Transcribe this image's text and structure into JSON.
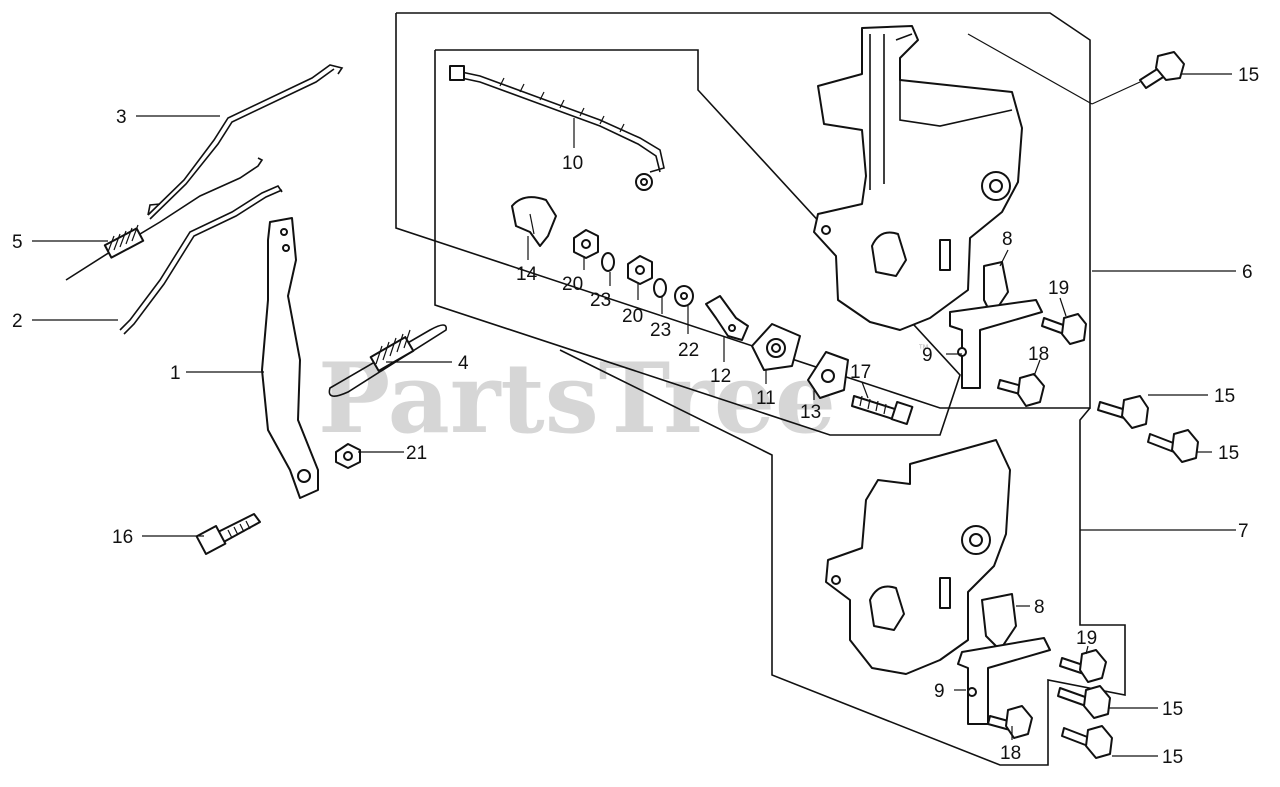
{
  "watermark": {
    "text": "PartsTree",
    "trademark": "™"
  },
  "labels": {
    "p1": "1",
    "p2": "2",
    "p3": "3",
    "p4": "4",
    "p5": "5",
    "p6": "6",
    "p7": "7",
    "p8a": "8",
    "p8b": "8",
    "p9a": "9",
    "p9b": "9",
    "p10": "10",
    "p11": "11",
    "p12": "12",
    "p13": "13",
    "p14": "14",
    "p15a": "15",
    "p15b": "15",
    "p15c": "15",
    "p15d": "15",
    "p15e": "15",
    "p16": "16",
    "p17": "17",
    "p18a": "18",
    "p18b": "18",
    "p19a": "19",
    "p19b": "19",
    "p20a": "20",
    "p20b": "20",
    "p21": "21",
    "p22": "22",
    "p23a": "23",
    "p23b": "23"
  }
}
